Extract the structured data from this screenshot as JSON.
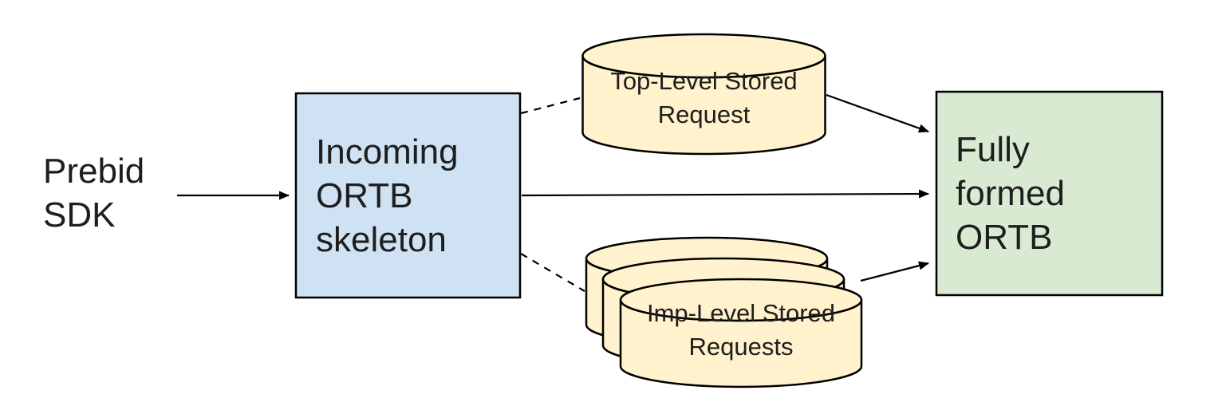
{
  "nodes": {
    "prebid_sdk": {
      "label": "Prebid\nSDK"
    },
    "incoming_ortb": {
      "label": "Incoming\nORTB\nskeleton",
      "fill": "#cfe2f3"
    },
    "top_level_stored_request": {
      "label": "Top-Level Stored\nRequest",
      "fill": "#fff2cc"
    },
    "imp_level_stored_requests": {
      "label": "Imp-Level Stored\nRequests",
      "fill": "#fff2cc"
    },
    "fully_formed_ortb": {
      "label": "Fully\nformed\nORTB",
      "fill": "#d9ead3"
    }
  },
  "edges": [
    {
      "from": "prebid_sdk",
      "to": "incoming_ortb",
      "style": "solid",
      "arrow": true
    },
    {
      "from": "incoming_ortb",
      "to": "top_level_stored_request",
      "style": "dashed",
      "arrow": false
    },
    {
      "from": "incoming_ortb",
      "to": "fully_formed_ortb",
      "style": "solid",
      "arrow": true
    },
    {
      "from": "incoming_ortb",
      "to": "imp_level_stored_requests",
      "style": "dashed",
      "arrow": false
    },
    {
      "from": "top_level_stored_request",
      "to": "fully_formed_ortb",
      "style": "solid",
      "arrow": true
    },
    {
      "from": "imp_level_stored_requests",
      "to": "fully_formed_ortb",
      "style": "solid",
      "arrow": true
    }
  ],
  "colors": {
    "background": "#ffffff",
    "line": "#000000"
  }
}
